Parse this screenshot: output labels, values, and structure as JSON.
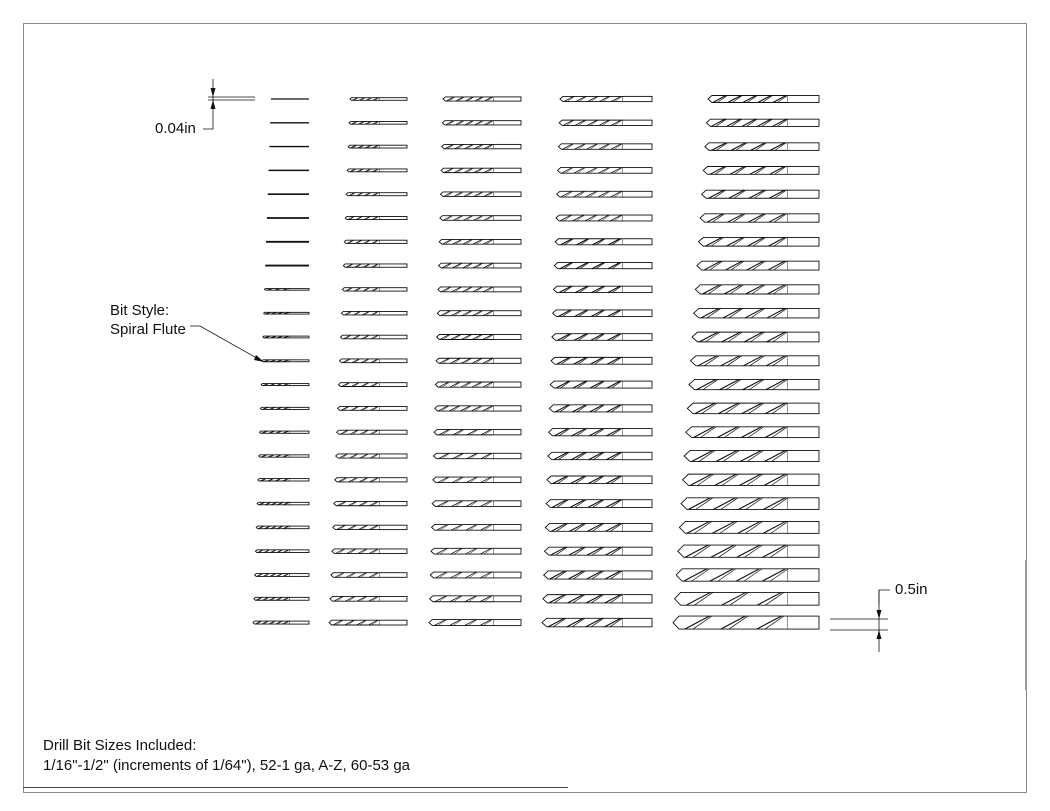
{
  "dimensions": {
    "small_label": "0.04in",
    "large_label": "0.5in"
  },
  "callout": {
    "line1": "Bit Style:",
    "line2": "Spiral Flute"
  },
  "notes": {
    "line1": "Drill Bit Sizes Included:",
    "line2": "1/16\"-1/2\" (increments of 1/64\"), 52-1 ga, A-Z, 60-53 ga"
  },
  "grid": {
    "columns": 5,
    "rows": 23
  },
  "colors": {
    "ink": "#111111",
    "border": "#8a8a8a",
    "background": "#ffffff"
  }
}
